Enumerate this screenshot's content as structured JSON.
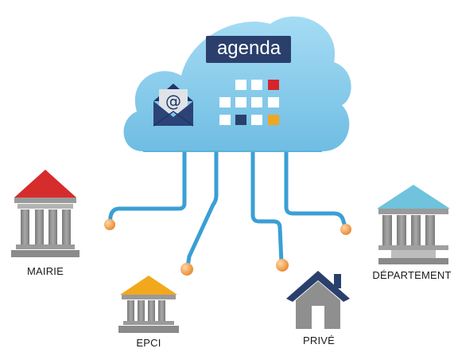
{
  "cloud": {
    "title": "agenda"
  },
  "nodes": {
    "mairie": {
      "label": "MAIRIE"
    },
    "epci": {
      "label": "EPCI"
    },
    "prive": {
      "label": "PRIVÉ"
    },
    "departement": {
      "label": "DÉPARTEMENT"
    }
  },
  "icons": {
    "cloud": "cloud-icon",
    "email": "envelope-at-icon",
    "calendar": "calendar-grid-icon",
    "mairie": "town-hall-icon",
    "epci": "public-building-icon",
    "prive": "house-icon",
    "departement": "government-building-icon"
  },
  "colors": {
    "cloud": "#87ccec",
    "cable": "#3a9fd6",
    "node_dot": "#f0a04a",
    "navy": "#2b3f6d",
    "mairie_roof": "#d62c2c",
    "epci_roof": "#f2a81d",
    "departement_roof": "#6fc3dc",
    "prive_roof": "#2b3f6d",
    "building_grey": "#8a8a8a",
    "calendar_red": "#d6242c",
    "calendar_orange": "#efa620"
  }
}
